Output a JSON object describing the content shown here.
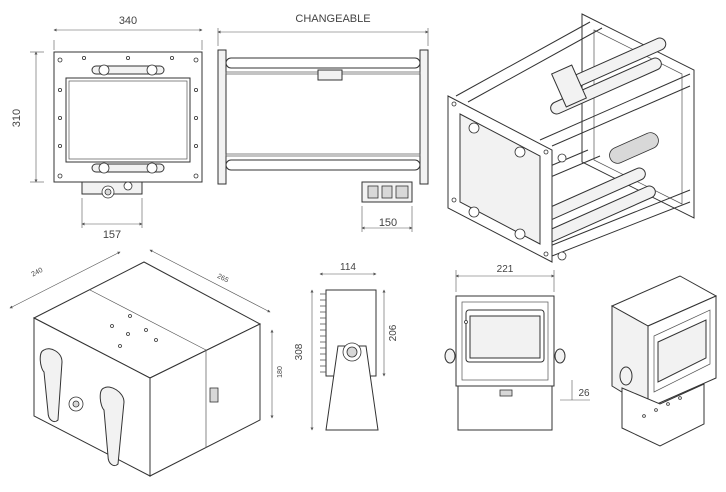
{
  "labels": {
    "top_front_width": "340",
    "top_front_height": "310",
    "top_front_bottom": "157",
    "top_side_changeable": "CHANGEABLE",
    "top_side_depth": "150",
    "box_depth": "240",
    "box_width": "265",
    "box_height": "180",
    "side_width": "114",
    "side_height_total": "308",
    "side_height_box": "206",
    "front_width": "221",
    "front_offset": "26"
  }
}
